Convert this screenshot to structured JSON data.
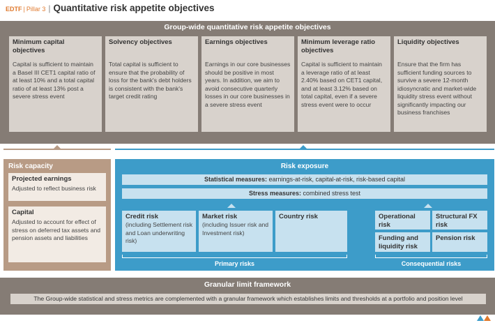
{
  "header": {
    "brand": "EDTF",
    "separator": "|",
    "pillar": "Pillar 3",
    "separator2": "|",
    "title": "Quantitative risk appetite objectives"
  },
  "objectives": {
    "title": "Group-wide quantitative risk appetite objectives",
    "items": [
      {
        "title": "Minimum capital objectives",
        "text": "Capital is sufficient to maintain a Basel III CET1 capital ratio of at least 10% and a total capital ratio of at least 13% post a severe stress event"
      },
      {
        "title": "Solvency objectives",
        "text": "Total capital is sufficient to ensure that the probability of loss for the bank's debt holders is consistent with the bank's target credit rating"
      },
      {
        "title": "Earnings objectives",
        "text": "Earnings in our core businesses should be positive in most years. In addition, we aim to avoid consecutive quarterly losses in our core businesses in a severe stress event"
      },
      {
        "title": "Minimum leverage ratio objectives",
        "text": "Capital is sufficient to maintain a leverage ratio of at least 2.40% based on CET1 capital, and at least 3.12% based on total capital, even if a severe stress event were to occur"
      },
      {
        "title": "Liquidity objectives",
        "text": "Ensure that the firm has sufficient funding sources to survive a severe 12-month idiosyncratic and market-wide liquidity stress event without significantly impacting our business franchises"
      }
    ]
  },
  "risk_capacity": {
    "title": "Risk capacity",
    "projected_earnings": {
      "title": "Projected earnings",
      "text": "Adjusted to reflect business risk"
    },
    "capital": {
      "title": "Capital",
      "text": "Adjusted to account for effect of stress on deferred tax assets and pension assets and liabilities"
    }
  },
  "risk_exposure": {
    "title": "Risk exposure",
    "statistical": {
      "label": "Statistical measures:",
      "text": " earnings-at-risk, capital-at-risk, risk-based capital"
    },
    "stress": {
      "label": "Stress measures:",
      "text": " combined stress test"
    },
    "primary": {
      "label": "Primary risks",
      "items": [
        {
          "title": "Credit risk",
          "text": "(including Settlement risk and Loan underwriting risk)"
        },
        {
          "title": "Market risk",
          "text": "(including Issuer risk and Investment risk)"
        },
        {
          "title": "Country risk",
          "text": ""
        }
      ]
    },
    "consequential": {
      "label": "Consequential risks",
      "items": [
        {
          "title": "Operational risk"
        },
        {
          "title": "Structural FX risk"
        },
        {
          "title": "Funding and liquidity risk"
        },
        {
          "title": "Pension risk"
        }
      ]
    }
  },
  "granular": {
    "title": "Granular limit framework",
    "text": "The Group-wide statistical and stress metrics are complemented with a granular framework which establishes limits and thresholds at a portfolio and position level"
  },
  "colors": {
    "orange": "#e07a2e",
    "grey_dark": "#857c75",
    "grey_light": "#d8d2cc",
    "brown": "#b89b85",
    "cream": "#f2ebe4",
    "blue": "#3d9cc9",
    "blue_light": "#c7e1ef"
  }
}
